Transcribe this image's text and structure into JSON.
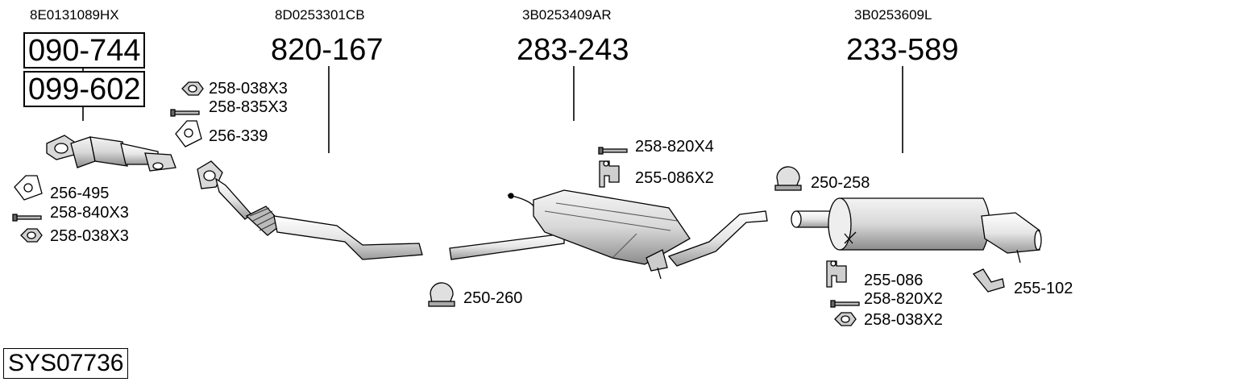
{
  "oem_numbers": [
    "8E0131089HX",
    "8D0253301CB",
    "3B0253409AR",
    "3B0253609L"
  ],
  "main_parts": [
    "090-744",
    "099-602",
    "820-167",
    "283-243",
    "233-589"
  ],
  "accessories": [
    {
      "code": "258-038X3",
      "icon": "nut-icon"
    },
    {
      "code": "258-835X3",
      "icon": "bolt-icon"
    },
    {
      "code": "256-339",
      "icon": "gasket-icon"
    },
    {
      "code": "256-495",
      "icon": "gasket-icon"
    },
    {
      "code": "258-840X3",
      "icon": "bolt-icon"
    },
    {
      "code": "258-038X3",
      "icon": "nut-icon"
    },
    {
      "code": "258-820X4",
      "icon": "bolt-icon"
    },
    {
      "code": "255-086X2",
      "icon": "rubber-mount-icon"
    },
    {
      "code": "250-258",
      "icon": "clamp-icon"
    },
    {
      "code": "250-260",
      "icon": "clamp-icon"
    },
    {
      "code": "255-086",
      "icon": "rubber-mount-icon"
    },
    {
      "code": "258-820X2",
      "icon": "bolt-icon"
    },
    {
      "code": "258-038X2",
      "icon": "nut-icon"
    },
    {
      "code": "255-102",
      "icon": "bracket-icon"
    }
  ],
  "system_code": "SYS07736"
}
